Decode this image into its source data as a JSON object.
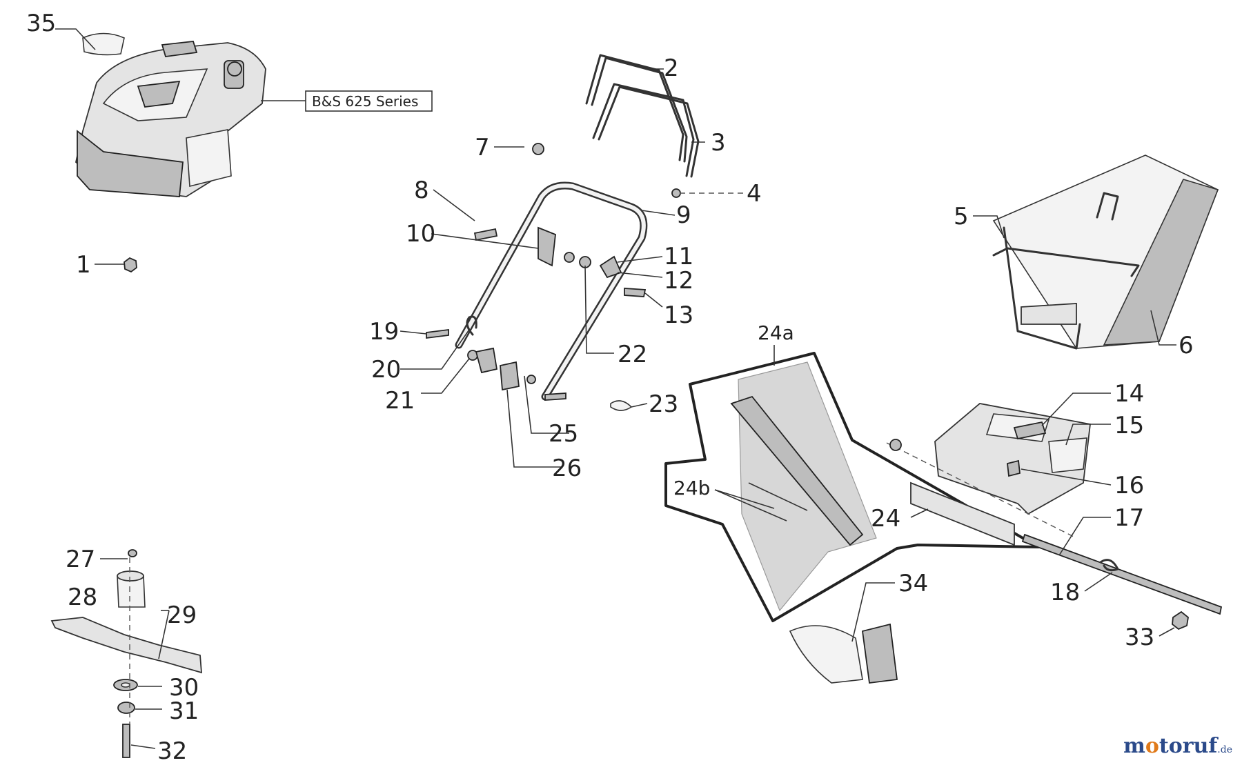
{
  "engine_label": "B&S 625 Series",
  "callouts": [
    "35",
    "2",
    "3",
    "4",
    "7",
    "8",
    "9",
    "10",
    "11",
    "12",
    "13",
    "1",
    "5",
    "6",
    "19",
    "20",
    "21",
    "22",
    "23",
    "24a",
    "14",
    "15",
    "16",
    "17",
    "18",
    "24b",
    "24",
    "25",
    "26",
    "34",
    "27",
    "28",
    "29",
    "30",
    "31",
    "32",
    "33"
  ],
  "watermark": {
    "part1": "m",
    "part2": "o",
    "part3": "toruf",
    "tld": ".de"
  }
}
